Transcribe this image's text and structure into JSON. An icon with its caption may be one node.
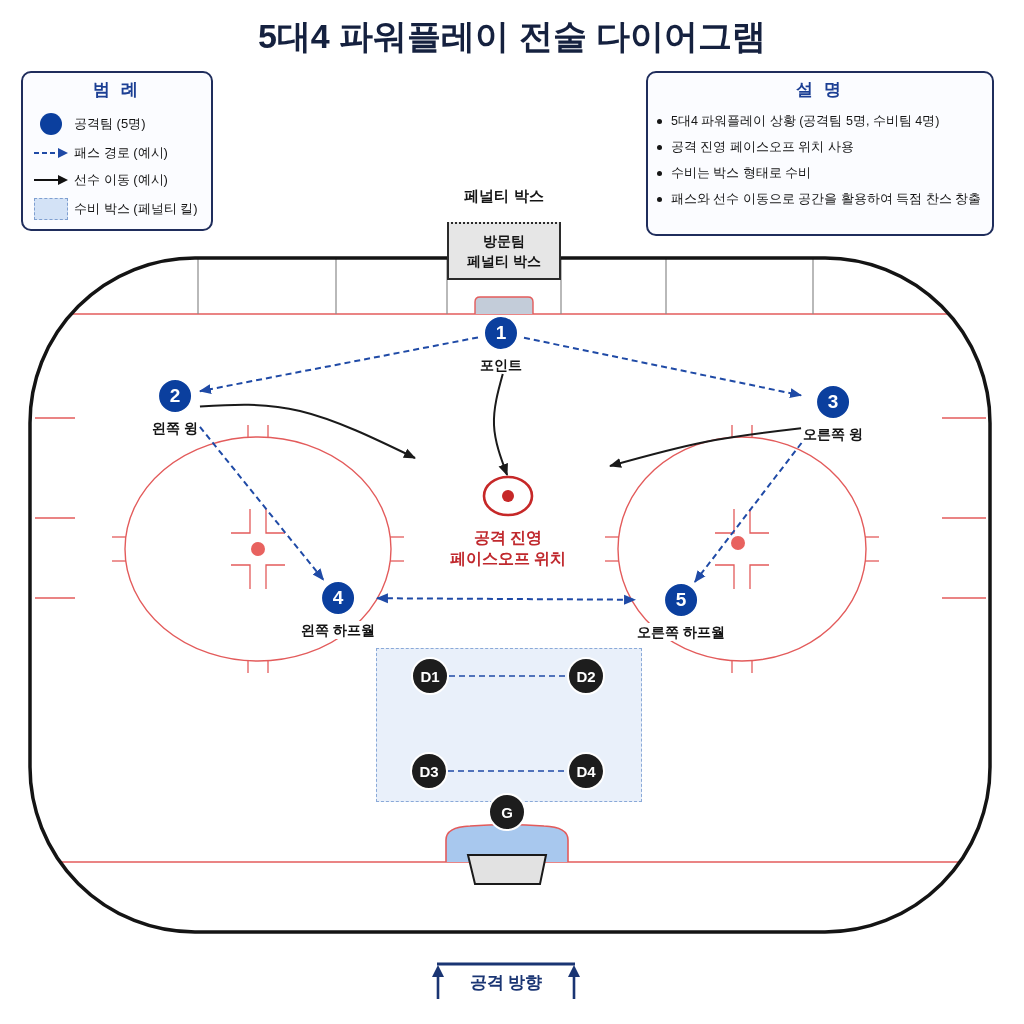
{
  "diagram": {
    "title": "5대4 파워플레이 전술 다이어그램",
    "nodes": [
      {
        "text": [
          "설 명",
          "5대4 파워플레이 상황 (공격팀 5명, 수비팀 4명)",
          "공격 진영 페이스오프 위치 사용",
          "수비는 박스 형태로 수비",
          "패스와 선수 이동으로 공간을 활용하여 득점 찬스 창출"
        ]
      },
      {
        "text": [
          "페널티 박스",
          "방문팀 페널티 박스"
        ]
      },
      {
        "text": [
          "1",
          "포인트"
        ]
      },
      {
        "text": [
          "2",
          "왼쪽 윙"
        ]
      },
      {
        "text": [
          "3",
          "오른쪽 윙"
        ]
      },
      {
        "text": [],
        "shape": "circle",
        "beside": [
          "공격 진영 페이스오프 위치"
        ]
      },
      {
        "text": [
          "4",
          "왼쪽 하프월"
        ]
      },
      {
        "text": [
          "5",
          "오른쪽 하프월"
        ]
      },
      {
        "text": [],
        "shape": "box"
      },
      {
        "text": [
          "D1"
        ],
        "in": 8
      },
      {
        "text": [
          "D2"
        ],
        "in": 8
      },
      {
        "text": [
          "D3"
        ],
        "in": 8
      },
      {
        "text": [
          "D4"
        ],
        "in": 8
      },
      {
        "text": [
          "G"
        ]
      }
    ],
    "edges": [
      {
        "from": 2,
        "to": 3,
        "arrow": "to",
        "style": "dashed"
      },
      {
        "from": 2,
        "to": 4,
        "arrow": "to",
        "style": "dashed"
      },
      {
        "from": 3,
        "to": 6,
        "arrow": "to",
        "style": "dashed"
      },
      {
        "from": 4,
        "to": 7,
        "arrow": "to",
        "style": "dashed"
      },
      {
        "from": 6,
        "to": 7,
        "arrow": "both",
        "style": "dashed"
      },
      {
        "from": 3,
        "to": null,
        "arrow": "to",
        "color": "#1a1a1a"
      },
      {
        "from": 2,
        "to": 5,
        "arrow": "to",
        "color": "#1a1a1a"
      },
      {
        "from": 4,
        "to": null,
        "arrow": "to",
        "color": "#1a1a1a"
      },
      {
        "from": 9,
        "to": 10,
        "arrow": "none",
        "style": "dashed"
      },
      {
        "from": 11,
        "to": 12,
        "arrow": "none",
        "style": "dashed"
      }
    ],
    "labels": [
      "범 례",
      "공격 방향"
    ],
    "legend": [
      {
        "text": "공격팀 (5명)",
        "color": "#0b3f9e"
      },
      {
        "text": "패스 경로 (예시)"
      },
      {
        "text": "선수 이동 (예시)"
      },
      {
        "text": "수비 박스 (페널티 킬)",
        "color": "#d3e2f6"
      }
    ]
  }
}
